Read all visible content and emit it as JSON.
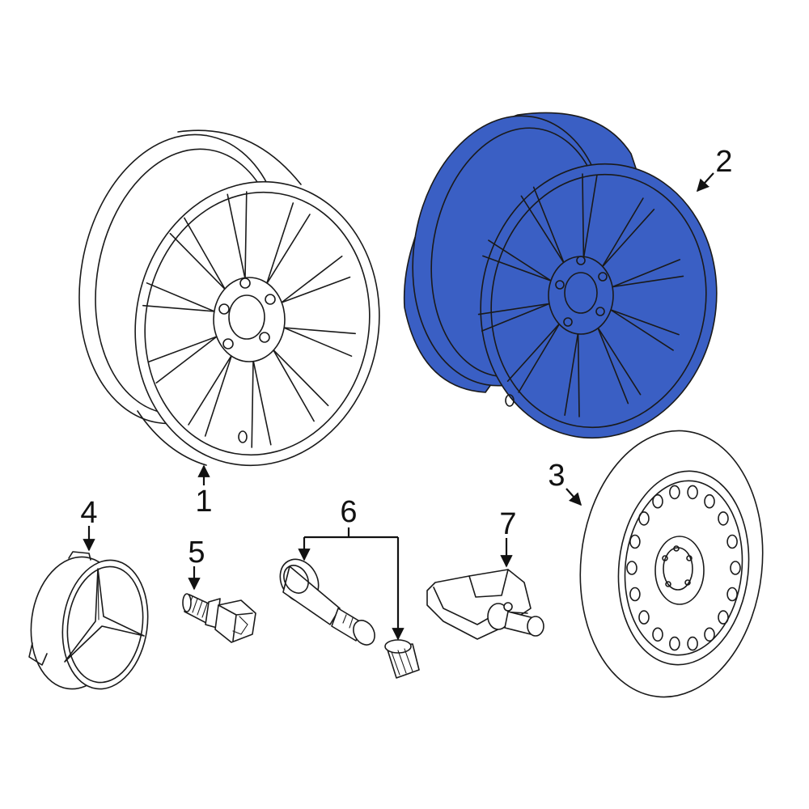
{
  "colors": {
    "highlight": "#3a5fc4",
    "line": "#1a1a1a",
    "background": "#ffffff"
  },
  "callouts": {
    "wheel_1": "1",
    "wheel_2": "2",
    "spare_wheel": "3",
    "center_cap": "4",
    "lug_bolt": "5",
    "valve_stem": "6",
    "tpms_sensor": "7"
  }
}
